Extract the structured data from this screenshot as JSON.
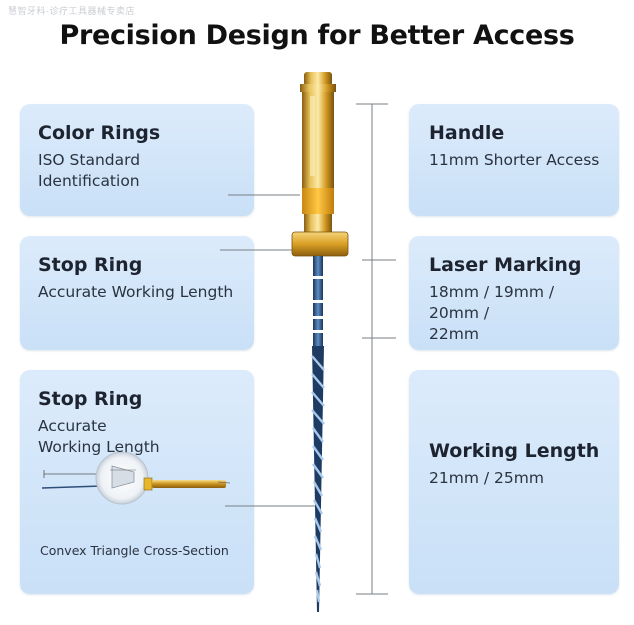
{
  "watermark": "慧智牙科·诊疗工具器械专卖店",
  "title": "Precision Design for Better Access",
  "cards": {
    "color_rings": {
      "heading": "Color Rings",
      "line1": "ISO Standard",
      "line2": "Identification"
    },
    "stop_ring_top": {
      "heading": "Stop Ring",
      "line1": "Accurate Working Length"
    },
    "stop_ring_bottom": {
      "heading": "Stop Ring",
      "line1": "Accurate",
      "line2": "Working Length",
      "caption": "Convex Triangle Cross-Section"
    },
    "handle": {
      "heading": "Handle",
      "line1": "11mm Shorter Access"
    },
    "laser_marking": {
      "heading": "Laser Marking",
      "line1": "18mm / 19mm / 20mm /",
      "line2": "22mm"
    },
    "working_length": {
      "heading": "Working Length",
      "line1": "21mm / 25mm"
    }
  },
  "colors": {
    "card_bg": "#d4e6f9",
    "gold": "#d9a520",
    "yellow_ring": "#f4b12a",
    "shaft_blue": "#2e5f99"
  }
}
